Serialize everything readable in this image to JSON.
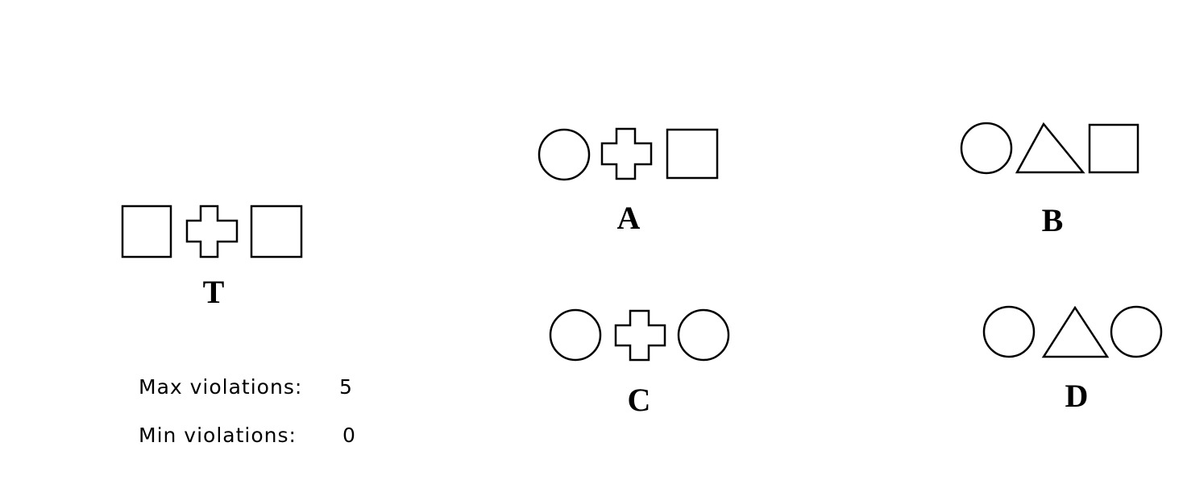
{
  "figures": [
    {
      "id": "T",
      "label": "T",
      "shapes": [
        "square-icon",
        "cross-icon",
        "square-icon"
      ]
    },
    {
      "id": "A",
      "label": "A",
      "shapes": [
        "circle-icon",
        "cross-icon",
        "square-icon"
      ]
    },
    {
      "id": "B",
      "label": "B",
      "shapes": [
        "circle-icon",
        "triangle-icon",
        "square-icon"
      ]
    },
    {
      "id": "C",
      "label": "C",
      "shapes": [
        "circle-icon",
        "cross-icon",
        "circle-icon"
      ]
    },
    {
      "id": "D",
      "label": "D",
      "shapes": [
        "circle-icon",
        "triangle-icon",
        "circle-icon"
      ]
    }
  ],
  "stats": {
    "max_label": "Max violations:",
    "max_value": "5",
    "min_label": "Min violations:",
    "min_value": "0"
  },
  "colors": {
    "background": "#ffffff",
    "ink": "#000000"
  }
}
